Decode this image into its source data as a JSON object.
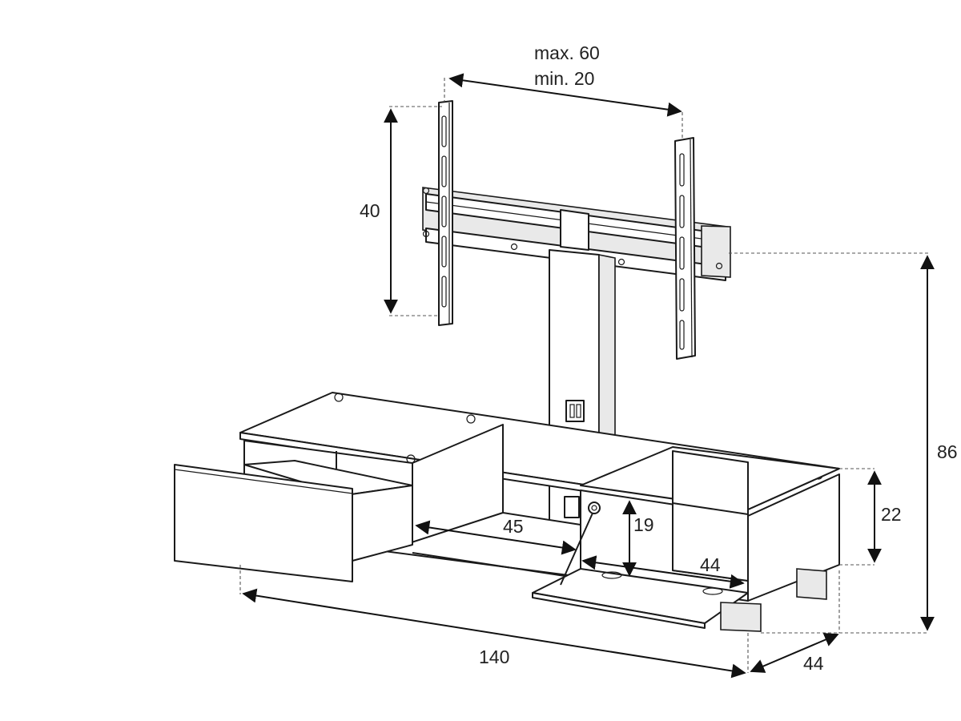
{
  "dimensions": {
    "mount_width_max": "max. 60",
    "mount_width_min": "min. 20",
    "mount_height": "40",
    "total_height": "86",
    "cabinet_height": "22",
    "compartment_height": "19",
    "compartment_width": "44",
    "center_width": "45",
    "total_width": "140",
    "depth": "44"
  }
}
